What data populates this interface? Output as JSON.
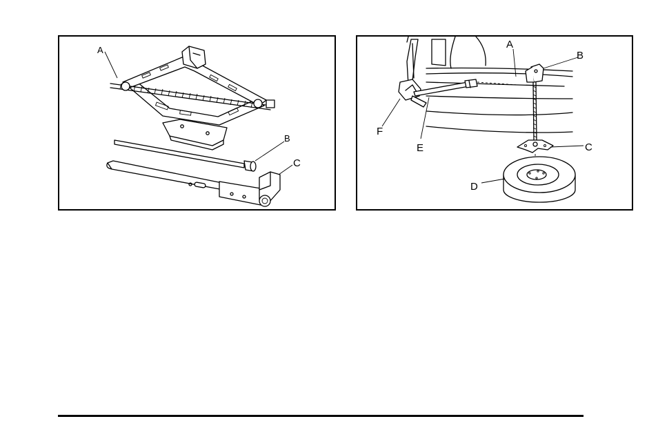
{
  "figure_left": {
    "labels": {
      "a": "A",
      "b": "B",
      "c": "C"
    }
  },
  "figure_right": {
    "labels": {
      "a": "A",
      "b": "B",
      "c": "C",
      "d": "D",
      "e": "E",
      "f": "F"
    }
  }
}
